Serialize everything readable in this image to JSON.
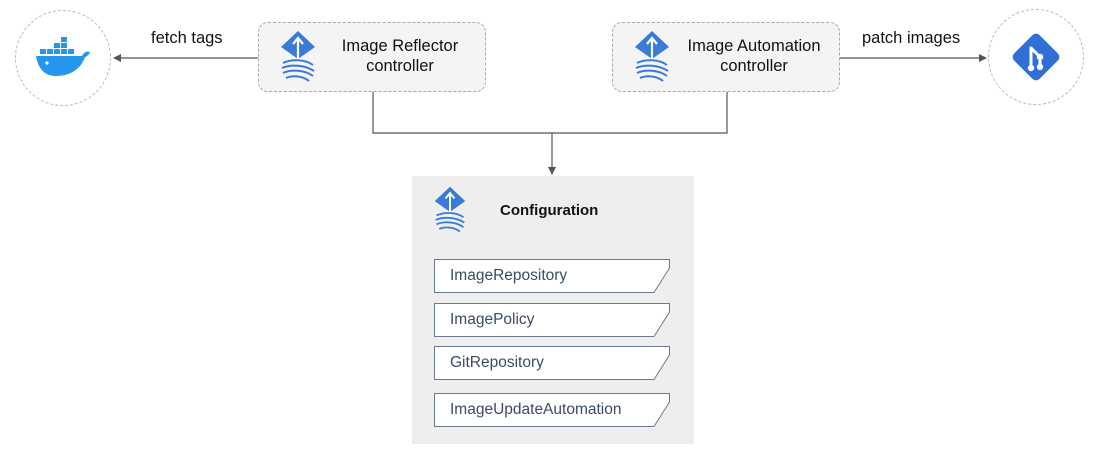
{
  "registry": {
    "icon": "docker-whale-icon",
    "color": "#2496ed"
  },
  "git": {
    "icon": "git-logo-icon",
    "color": "#2f6fd6"
  },
  "controllers": {
    "reflector": {
      "line1": "Image Reflector",
      "line2": "controller",
      "icon": "flux-logo-icon"
    },
    "automation": {
      "line1": "Image Automation",
      "line2": "controller",
      "icon": "flux-logo-icon"
    }
  },
  "edges": {
    "fetch_label": "fetch tags",
    "patch_label": "patch images"
  },
  "configuration": {
    "title": "Configuration",
    "icon": "flux-logo-icon",
    "resources": [
      "ImageRepository",
      "ImagePolicy",
      "GitRepository",
      "ImageUpdateAutomation"
    ]
  },
  "colors": {
    "flux_blue": "#3a7bd5",
    "wire": "#555555",
    "resource_border": "#6b7a90"
  }
}
